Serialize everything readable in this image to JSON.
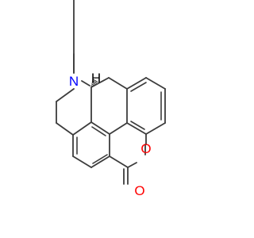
{
  "molecule": {
    "atoms": {
      "nitrogen": {
        "symbol": "N",
        "color": "#0000ff"
      },
      "ring_oxygen": {
        "symbol": "O",
        "color": "#ff0000"
      },
      "carbonyl_oxygen": {
        "symbol": "O",
        "color": "#ff0000"
      },
      "stereo_hydrogen": {
        "symbol": "H",
        "color": "#000000"
      }
    },
    "bond_color": "#3c3c3c",
    "background": "#ffffff"
  }
}
